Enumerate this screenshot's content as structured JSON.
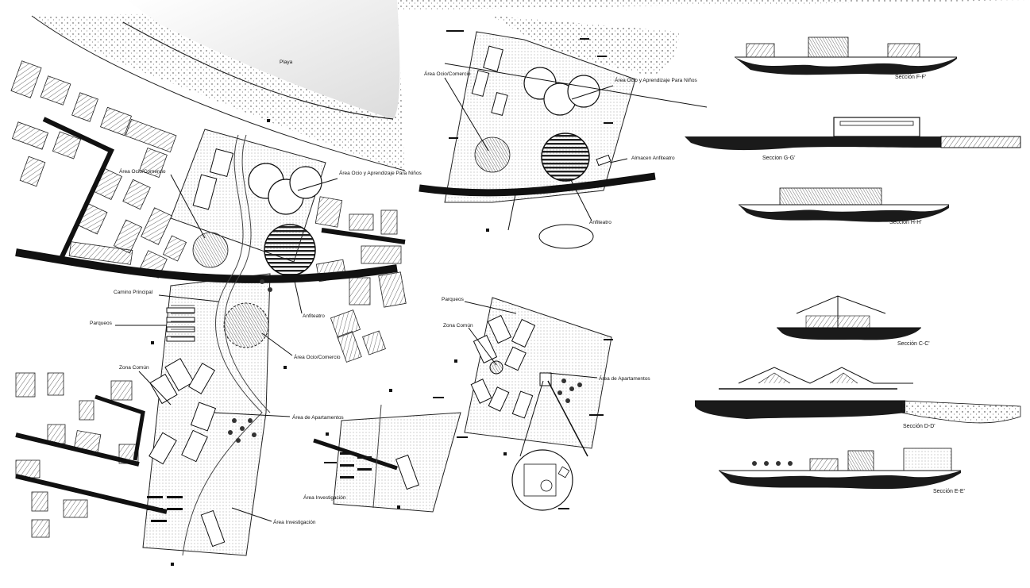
{
  "drawing": {
    "main_plan": {
      "beach": "Playa",
      "leisure_commerce": "Área Ocio/Comercio",
      "kids_area": "Área Ocio y Aprendizaje Para Niños",
      "amphitheater": "Anfiteatro",
      "main_path": "Camino Principal",
      "parking": "Parqueos",
      "leisure_commerce_2": "Área Ocio/Comercio",
      "common_zone": "Zona Común",
      "apartments": "Área de Apartamentos",
      "research": "Área Investigación"
    },
    "detail_top": {
      "leisure_commerce": "Área Ocio/Comercio",
      "kids_area": "Área Ocio y Aprendizaje Para Niños",
      "amphitheater_storage": "Almacen Anfiteatro",
      "amphitheater": "Anfiteatro"
    },
    "detail_middle": {
      "parking": "Parqueos",
      "common_zone": "Zona Común",
      "apartments": "Área de Apartamentos"
    },
    "detail_bottom": {
      "research": "Área Investigación"
    },
    "sections": {
      "ff": "Sección F-F'",
      "gg": "Seccion G-G'",
      "hh": "Sección H-H'",
      "cc": "Sección C-C'",
      "dd": "Sección D-D'",
      "ee": "Sección E-E'"
    }
  },
  "colors": {
    "ink": "#111111",
    "hatch": "#555555",
    "paper": "#ffffff",
    "beach_shade": "#e9e9e9",
    "ground": "#1a1a1a"
  }
}
